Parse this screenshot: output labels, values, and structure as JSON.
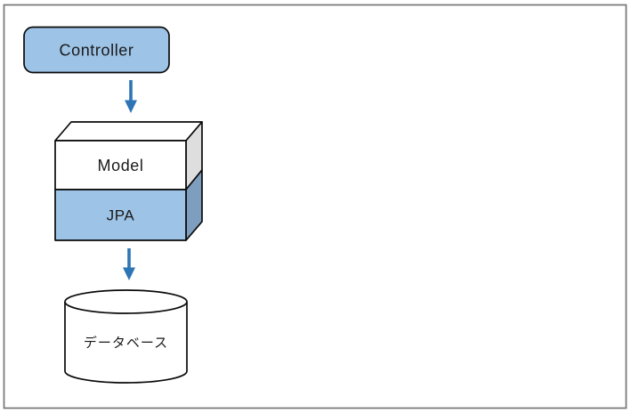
{
  "diagram": {
    "title": "controller-model-jpa-database-architecture",
    "controller": {
      "label": "Controller"
    },
    "model_box": {
      "model_label": "Model",
      "jpa_label": "JPA"
    },
    "database": {
      "label": "データベース"
    },
    "colors": {
      "light_blue_fill": "#9DC3E6",
      "side_blue_fill": "#7D9EBE",
      "side_gray_fill": "#DEDEDE",
      "white_fill": "#FFFFFF",
      "arrow_blue": "#2E75B6",
      "outline": "#0A0A0A",
      "frame_border": "#767676"
    }
  }
}
